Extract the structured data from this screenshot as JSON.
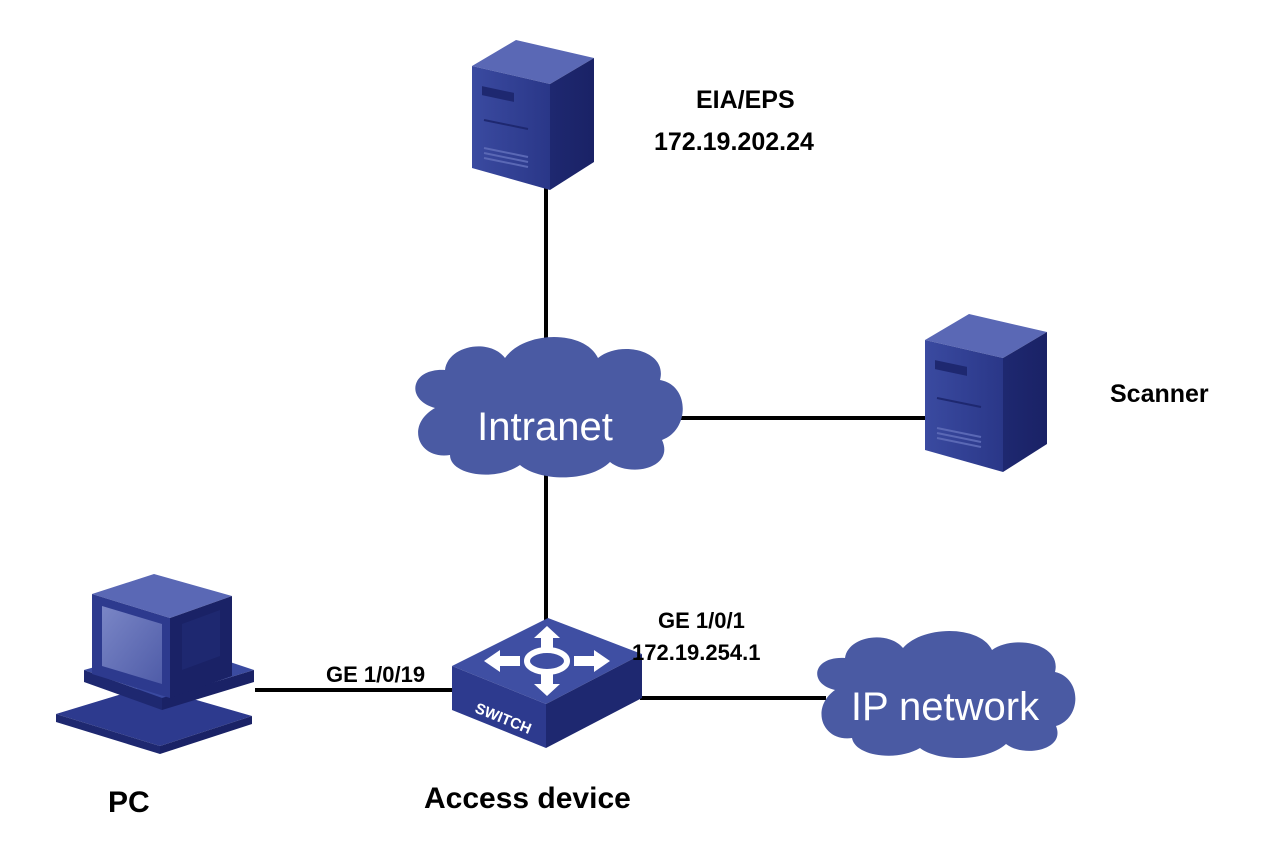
{
  "nodes": {
    "server_eia": {
      "name": "EIA/EPS",
      "ip": "172.19.202.24"
    },
    "scanner": {
      "name": "Scanner"
    },
    "intranet": {
      "name": "Intranet"
    },
    "ip_network": {
      "name": "IP network"
    },
    "switch": {
      "name": "Access device",
      "badge": "SWITCH"
    },
    "pc": {
      "name": "PC"
    }
  },
  "links": {
    "switch_to_pc": {
      "port": "GE 1/0/19"
    },
    "switch_to_ipnet": {
      "port": "GE 1/0/1",
      "ip": "172.19.254.1"
    }
  },
  "colors": {
    "device_dark": "#1f2a78",
    "device_mid": "#2d3a8e",
    "device_light": "#5a68b5",
    "cloud_fill": "#4a5aa3",
    "link": "#000000",
    "label": "#000000"
  },
  "icons": {
    "server": "server-tower-icon",
    "pc": "desktop-computer-icon",
    "switch": "layer3-switch-icon",
    "cloud": "cloud-icon"
  }
}
